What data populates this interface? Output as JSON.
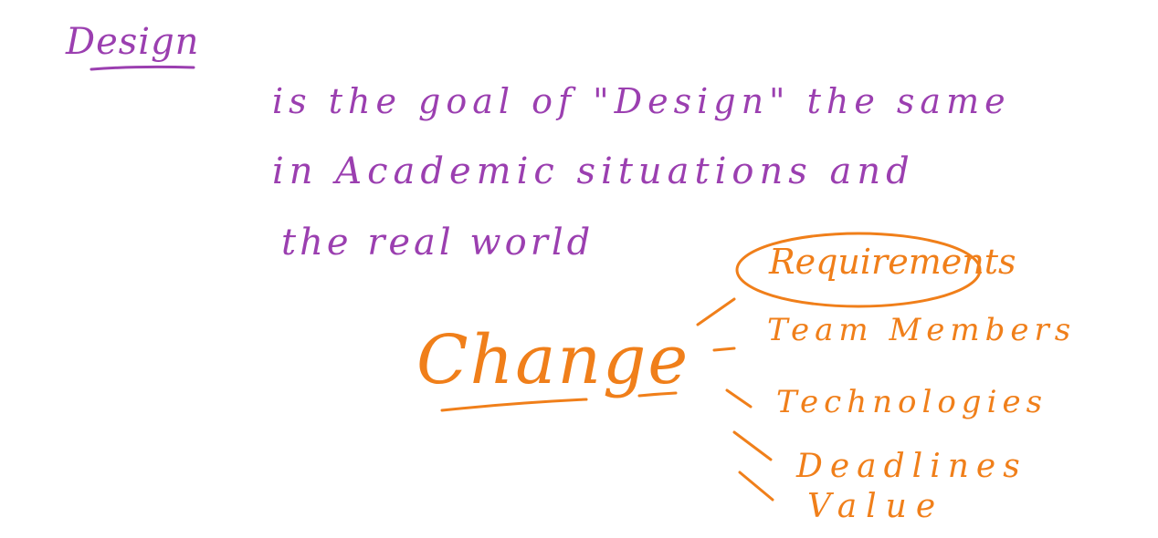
{
  "heading": "Design",
  "question": {
    "line1": "is the goal of \"Design\" the same",
    "line2": "in Academic situations and",
    "line3": "the real world"
  },
  "center": "Change",
  "branches": [
    "Requirements",
    "Team Members",
    "Technologies",
    "Deadlines",
    "Value"
  ],
  "colors": {
    "purple_ink": "#9b3fb0",
    "orange_ink": "#f07f1a",
    "background": "#ffffff"
  }
}
